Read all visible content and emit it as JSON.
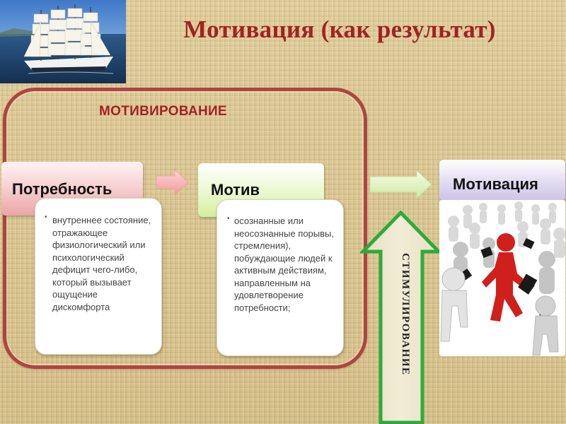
{
  "title": "Мотивация (как результат)",
  "frame_label": "МОТИВИРОВАНИЕ",
  "need": {
    "title": "Потребность",
    "bullet": "•",
    "description": "внутреннее состояние, отражающее физиологический или психологический дефицит чего-либо, который вызывает ощущение дискомфорта"
  },
  "motive": {
    "title": "Мотив",
    "bullet": "•",
    "description": "осознанные или неосознанные порывы, стремления), побуждающие людей к активным действиям, направленным на удовлетворение потребности;"
  },
  "motivation": {
    "title": "Мотивация"
  },
  "stimulation_label": "СТИМУЛИРОВАНИЕ",
  "colors": {
    "title": "#a32222",
    "frame": "#b0443f",
    "need_box": "#f4c6c6",
    "motive_box": "#eaf8cf",
    "motivation_box": "#e2dcf1",
    "pink_arrow": "#f2a6a8",
    "green_arrow": "#d7f0a8",
    "stimulation_arrow_border": "#2eaa3a",
    "background": "#d9c48f"
  },
  "images": {
    "ship": "sailing-ship-photo",
    "people": "red-figure-leading-crowd-illustration"
  }
}
